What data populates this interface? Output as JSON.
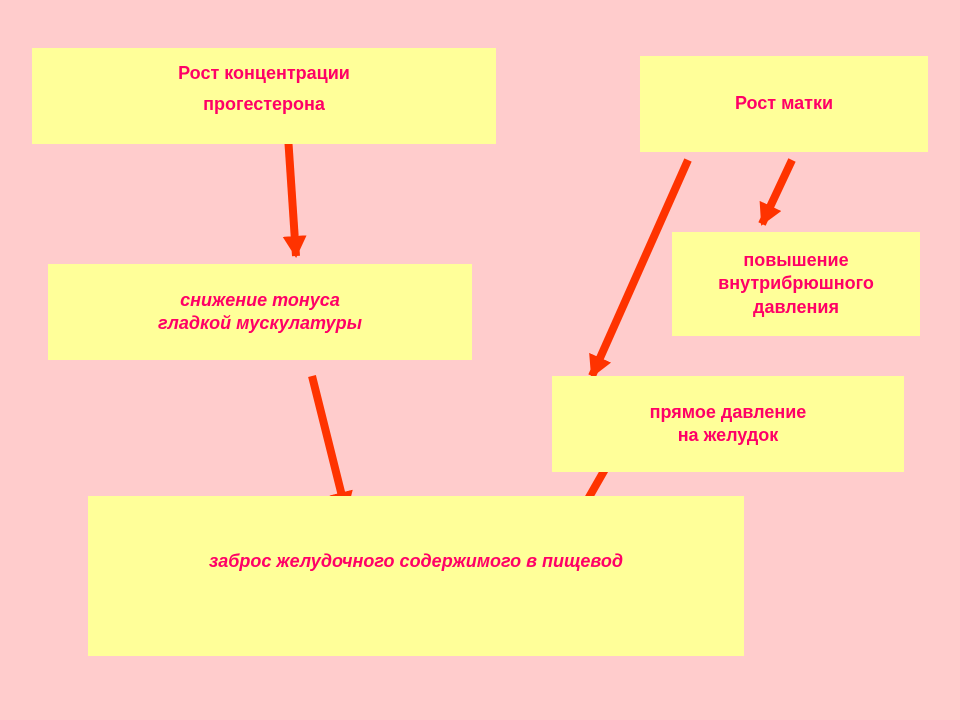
{
  "colors": {
    "background": "#FFCCCC",
    "box_fill": "#FFFF99",
    "text": "#FF0066",
    "arrow": "#FF3300"
  },
  "boxes": {
    "progesterone": {
      "text": "Рост концентрации\nпрогестерона"
    },
    "uterus": {
      "text": "Рост матки"
    },
    "smooth_muscle": {
      "text": "снижение тонуса\nгладкой мускулатуры"
    },
    "abdominal_pressure": {
      "text": "повышение\nвнутрибрюшного\nдавления"
    },
    "direct_pressure": {
      "text": "прямое давление\nна желудок"
    },
    "reflux": {
      "text": "заброс желудочного содержимого в пищевод"
    }
  },
  "edges": [
    {
      "from": "progesterone",
      "to": "smooth_muscle"
    },
    {
      "from": "uterus",
      "to": "abdominal_pressure"
    },
    {
      "from": "uterus",
      "to": "direct_pressure"
    },
    {
      "from": "smooth_muscle",
      "to": "reflux"
    },
    {
      "from": "direct_pressure",
      "to": "reflux"
    }
  ]
}
